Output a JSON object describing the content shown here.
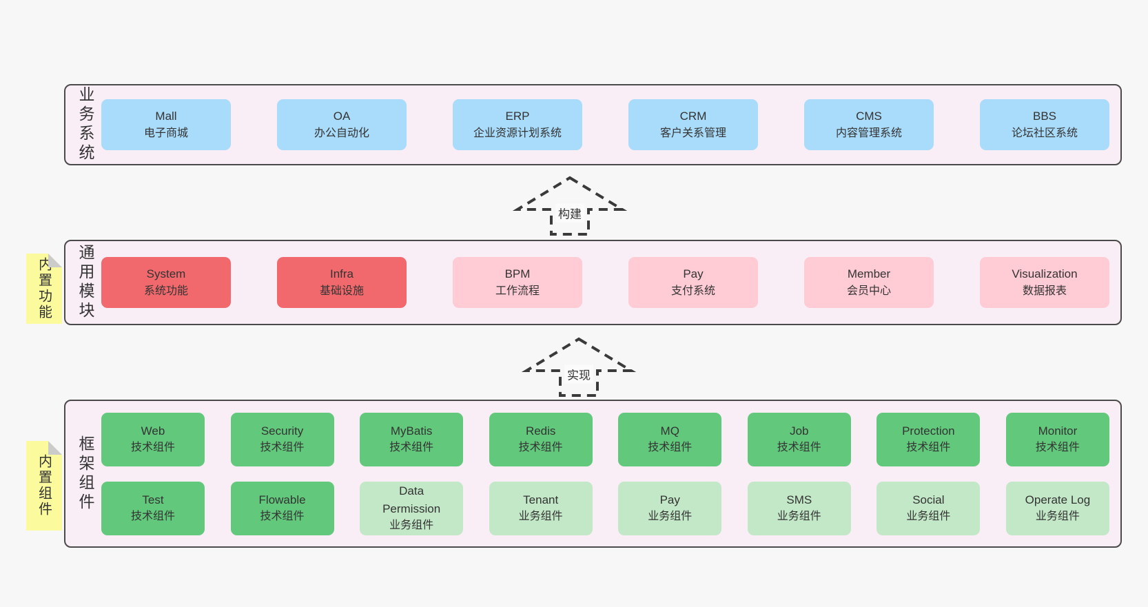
{
  "colors": {
    "page_bg": "#f7f7f7",
    "panel_bg": "#f9edf6",
    "panel_border": "#4a4a4a",
    "blue_box": "#a9dbfa",
    "red_box": "#f1696c",
    "pink_box": "#ffcbd5",
    "green_dark_box": "#62c87b",
    "green_light_box": "#c3e8c7",
    "sticky_yellow": "#fbfb9e",
    "fold_gray": "#cbcbcb",
    "text": "#333333"
  },
  "sections": [
    {
      "key": "business-systems",
      "side_label": "业务系统",
      "rows": [
        [
          {
            "title": "Mall",
            "subtitle": "电子商城",
            "variant": "blue"
          },
          {
            "title": "OA",
            "subtitle": "办公自动化",
            "variant": "blue"
          },
          {
            "title": "ERP",
            "subtitle": "企业资源计划系统",
            "variant": "blue"
          },
          {
            "title": "CRM",
            "subtitle": "客户关系管理",
            "variant": "blue"
          },
          {
            "title": "CMS",
            "subtitle": "内容管理系统",
            "variant": "blue"
          },
          {
            "title": "BBS",
            "subtitle": "论坛社区系统",
            "variant": "blue"
          }
        ]
      ]
    },
    {
      "key": "common-modules",
      "side_label": "通用模块",
      "sticky_note": "内置功能",
      "rows": [
        [
          {
            "title": "System",
            "subtitle": "系统功能",
            "variant": "red"
          },
          {
            "title": "Infra",
            "subtitle": "基础设施",
            "variant": "red"
          },
          {
            "title": "BPM",
            "subtitle": "工作流程",
            "variant": "pink"
          },
          {
            "title": "Pay",
            "subtitle": "支付系统",
            "variant": "pink"
          },
          {
            "title": "Member",
            "subtitle": "会员中心",
            "variant": "pink"
          },
          {
            "title": "Visualization",
            "subtitle": "数据报表",
            "variant": "pink"
          }
        ]
      ]
    },
    {
      "key": "framework-components",
      "side_label": "框架组件",
      "sticky_note": "内置组件",
      "rows": [
        [
          {
            "title": "Web",
            "subtitle": "技术组件",
            "variant": "green-dark"
          },
          {
            "title": "Security",
            "subtitle": "技术组件",
            "variant": "green-dark"
          },
          {
            "title": "MyBatis",
            "subtitle": "技术组件",
            "variant": "green-dark"
          },
          {
            "title": "Redis",
            "subtitle": "技术组件",
            "variant": "green-dark"
          },
          {
            "title": "MQ",
            "subtitle": "技术组件",
            "variant": "green-dark"
          },
          {
            "title": "Job",
            "subtitle": "技术组件",
            "variant": "green-dark"
          },
          {
            "title": "Protection",
            "subtitle": "技术组件",
            "variant": "green-dark"
          },
          {
            "title": "Monitor",
            "subtitle": "技术组件",
            "variant": "green-dark"
          }
        ],
        [
          {
            "title": "Test",
            "subtitle": "技术组件",
            "variant": "green-dark"
          },
          {
            "title": "Flowable",
            "subtitle": "技术组件",
            "variant": "green-dark"
          },
          {
            "title": "Data Permission",
            "subtitle": "业务组件",
            "variant": "green-light"
          },
          {
            "title": "Tenant",
            "subtitle": "业务组件",
            "variant": "green-light"
          },
          {
            "title": "Pay",
            "subtitle": "业务组件",
            "variant": "green-light"
          },
          {
            "title": "SMS",
            "subtitle": "业务组件",
            "variant": "green-light"
          },
          {
            "title": "Social",
            "subtitle": "业务组件",
            "variant": "green-light"
          },
          {
            "title": "Operate Log",
            "subtitle": "业务组件",
            "variant": "green-light"
          }
        ]
      ]
    }
  ],
  "arrows": [
    {
      "label": "构建"
    },
    {
      "label": "实现"
    }
  ]
}
